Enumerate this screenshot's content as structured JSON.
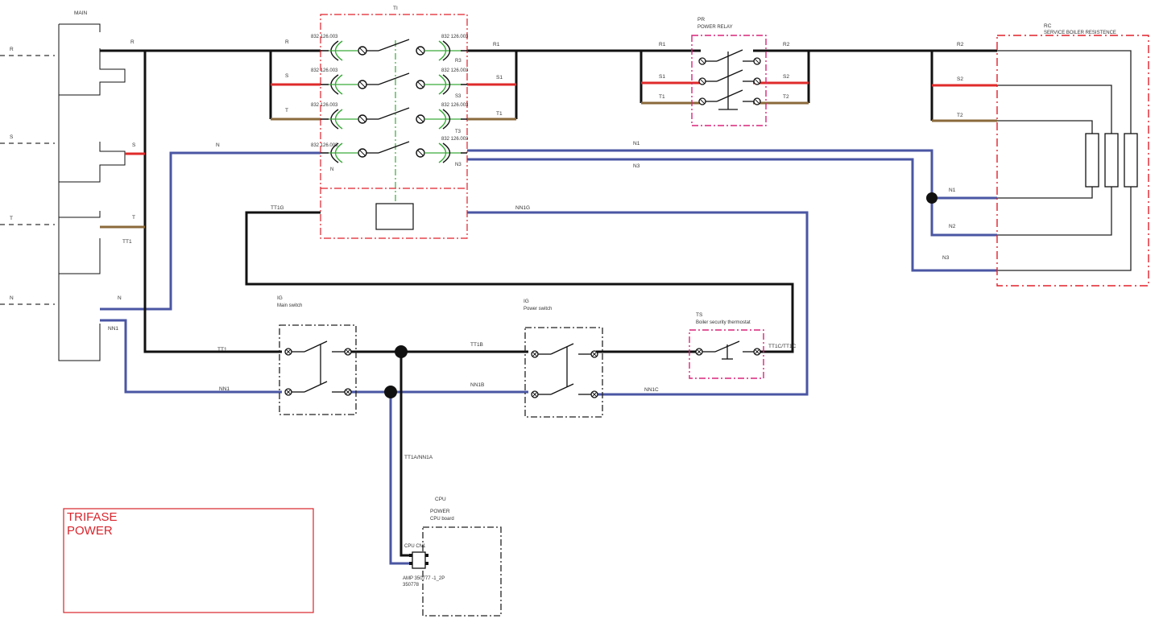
{
  "colors": {
    "phase_r": "#111111",
    "phase_s": "#e02a2a",
    "phase_t": "#8b6a3b",
    "neutral": "#4a56a3",
    "control": "#111111",
    "box_pink": "#d8257a",
    "box_red": "#e0202a",
    "earth_green": "#3aaa3a",
    "title_red": "#d9242b"
  },
  "mains": {
    "name": "MAIN",
    "inputs": [
      "R",
      "S",
      "T",
      "N"
    ],
    "wire_r": "R",
    "wire_s": "S",
    "wire_t": "T",
    "wire_tt1": "TT1",
    "wire_n": "N",
    "wire_nn1": "NN1"
  },
  "ti": {
    "name": "TI",
    "in_labels": [
      "R",
      "S",
      "T",
      "N"
    ],
    "in_codes": [
      "832 126.003",
      "832 126.003",
      "832 126.003",
      "832 126.003"
    ],
    "out_labels": [
      "R3",
      "S3",
      "T3",
      "N3"
    ],
    "out_codes": [
      "832 126.003",
      "832 126.003",
      "832 126.003",
      "832 126.003"
    ],
    "r1": "R1",
    "s1": "S1",
    "t1": "T1",
    "n_wire": "N",
    "control_out": "TT1G",
    "control_in": "NN1G"
  },
  "pr": {
    "name": "PR",
    "desc": "POWER RELAY",
    "in": [
      "R1",
      "S1",
      "T1"
    ],
    "out": [
      "R2",
      "S2",
      "T2"
    ]
  },
  "rc": {
    "name": "RC",
    "desc": "SERVICE BOILER RESISTENCE",
    "in": [
      "R2",
      "S2",
      "T2"
    ],
    "neutrals": [
      "N1",
      "N2",
      "N3"
    ],
    "n1_wire": "N1",
    "n3_wire": "N3"
  },
  "ig_main": {
    "name": "IG",
    "desc": "Main switch",
    "phase_in": "TT1",
    "neutral_in": "NN1"
  },
  "ig_power": {
    "name": "IG",
    "desc": "Power switch",
    "phase_in": "TT1B",
    "neutral_in": "NN1B",
    "neutral_out": "NN1C"
  },
  "ts": {
    "name": "TS",
    "desc": "Boiler security thermostat",
    "out": "TT1C/TT1C"
  },
  "cpu": {
    "name": "CPU",
    "desc1": "POWER",
    "desc2": "CPU board",
    "wire": "TT1A/NN1A",
    "connector": "CPU CN1",
    "part1": "AMP 350777 -1_2P",
    "part2": "350778"
  },
  "title": {
    "line1": "TRIFASE",
    "line2": "POWER"
  }
}
